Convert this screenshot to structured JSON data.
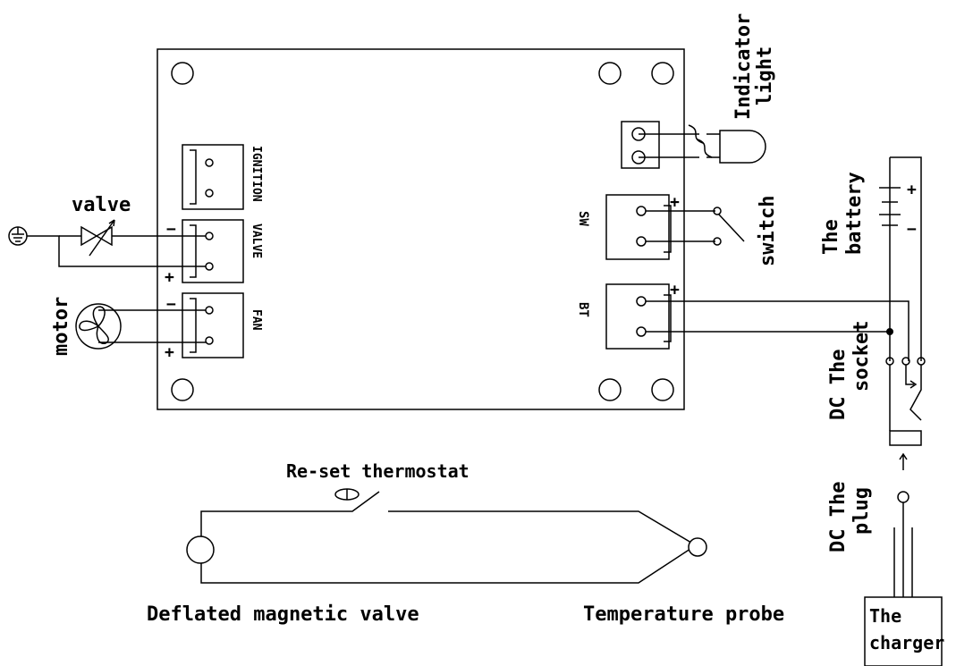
{
  "board": {
    "connectors": {
      "ignition": "IGNITION",
      "valve": "VALVE",
      "fan": "FAN",
      "sw": "SW",
      "bt": "BT"
    }
  },
  "components": {
    "valve": "valve",
    "motor": "motor",
    "indicator_line1": "Indicator",
    "indicator_line2": "light",
    "switch": "switch",
    "battery_line1": "The",
    "battery_line2": "battery",
    "socket_line1": "DC The",
    "socket_line2": "socket",
    "plug_line1": "DC The",
    "plug_line2": "plug",
    "charger_line1": "The",
    "charger_line2": "charger",
    "thermostat": "Re-set thermostat",
    "magnetic_valve": "Deflated magnetic valve",
    "probe": "Temperature probe"
  },
  "signs": {
    "plus": "+",
    "minus": "−"
  }
}
